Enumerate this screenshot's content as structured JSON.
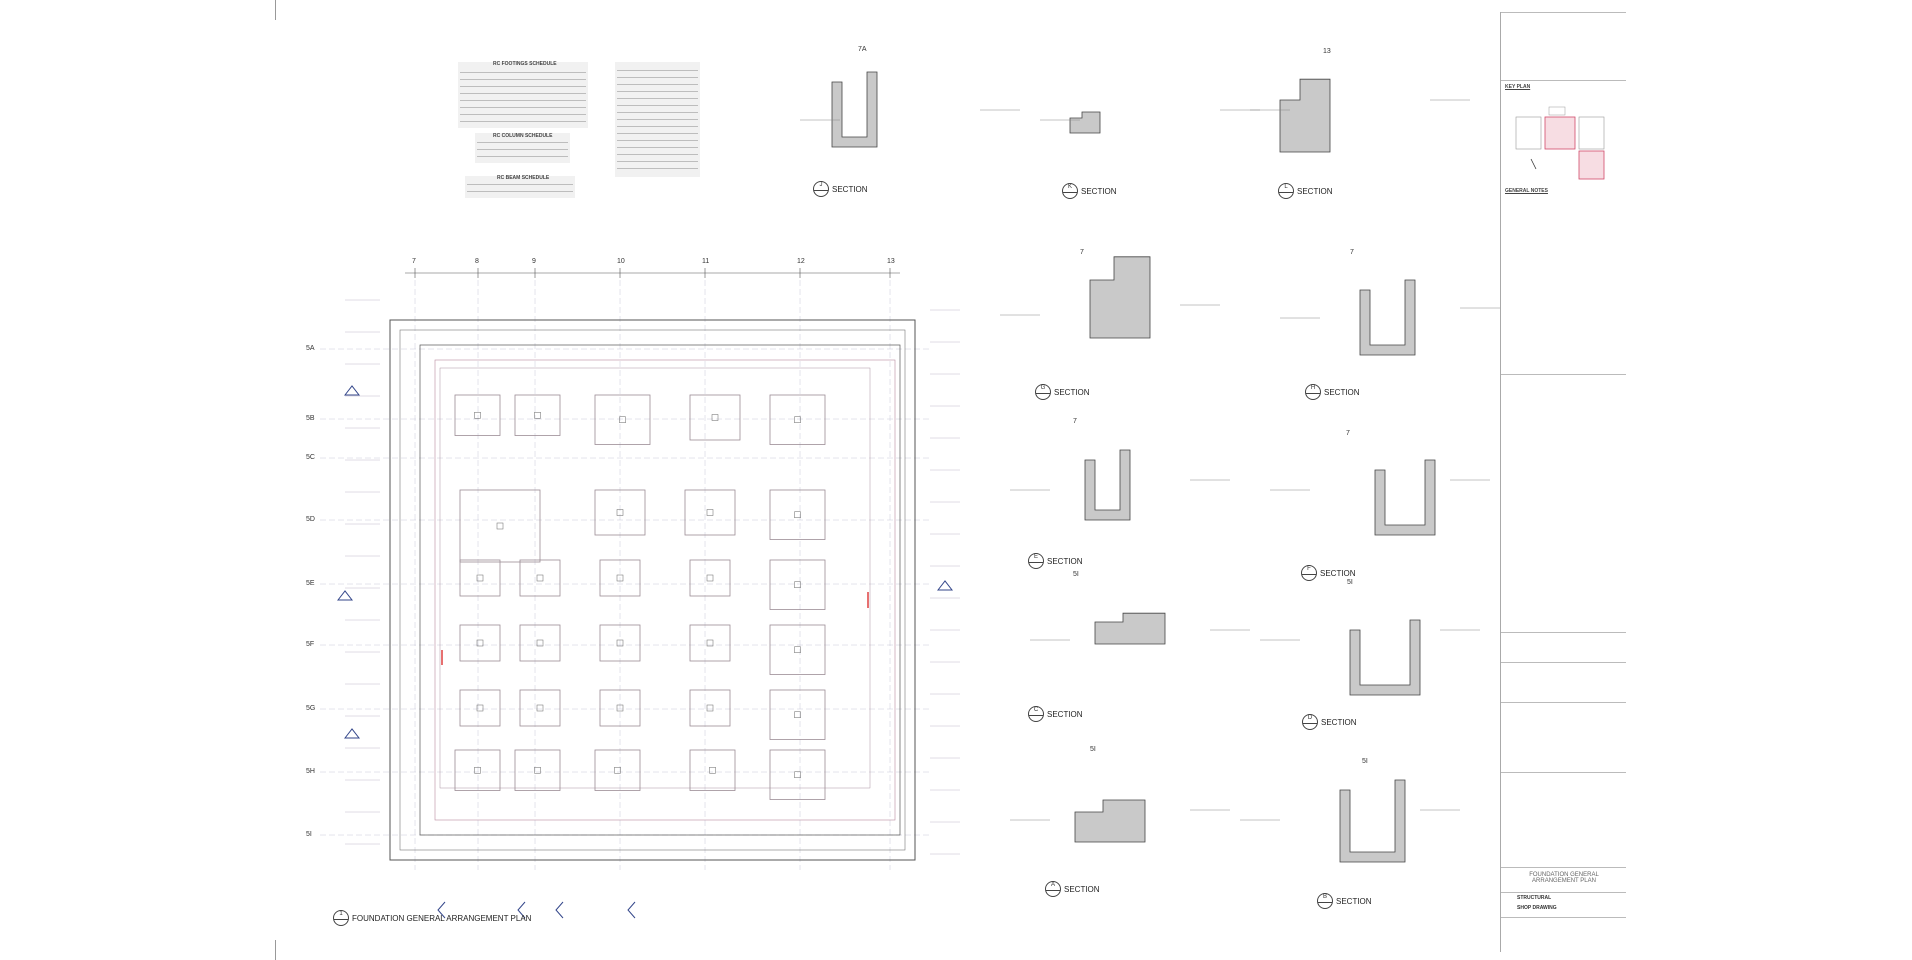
{
  "sheet": {
    "plan_title": "FOUNDATION GENERAL ARRANGEMENT PLAN",
    "plan_number": "1",
    "grid_columns": [
      "7",
      "8",
      "9",
      "10",
      "11",
      "12",
      "13"
    ],
    "grid_rows": [
      "5A",
      "5B",
      "5C",
      "5D",
      "5E",
      "5F",
      "5G",
      "5H",
      "5I"
    ],
    "schedules": [
      {
        "title": "RC FOOTINGS SCHEDULE"
      },
      {
        "title": "RC COLUMN SCHEDULE"
      },
      {
        "title": "RC BEAM SCHEDULE"
      }
    ],
    "sections": [
      {
        "letter": "J",
        "label": "SECTION",
        "ref": "7A"
      },
      {
        "letter": "K",
        "label": "SECTION",
        "ref": ""
      },
      {
        "letter": "L",
        "label": "SECTION",
        "ref": "13"
      },
      {
        "letter": "G",
        "label": "SECTION",
        "ref": "7"
      },
      {
        "letter": "H",
        "label": "SECTION",
        "ref": "7"
      },
      {
        "letter": "E",
        "label": "SECTION",
        "ref": "7"
      },
      {
        "letter": "F",
        "label": "SECTION",
        "ref": "7"
      },
      {
        "letter": "C",
        "label": "SECTION",
        "ref": "5I"
      },
      {
        "letter": "D",
        "label": "SECTION",
        "ref": "5I"
      },
      {
        "letter": "A",
        "label": "SECTION",
        "ref": "5I"
      },
      {
        "letter": "B",
        "label": "SECTION",
        "ref": "5I"
      }
    ],
    "title_block": {
      "key_plan": "KEY PLAN",
      "general_notes": "GENERAL NOTES",
      "drawing_title": "FOUNDATION GENERAL ARRANGEMENT PLAN",
      "discipline": "STRUCTURAL",
      "stage": "SHOP DRAWING"
    }
  }
}
